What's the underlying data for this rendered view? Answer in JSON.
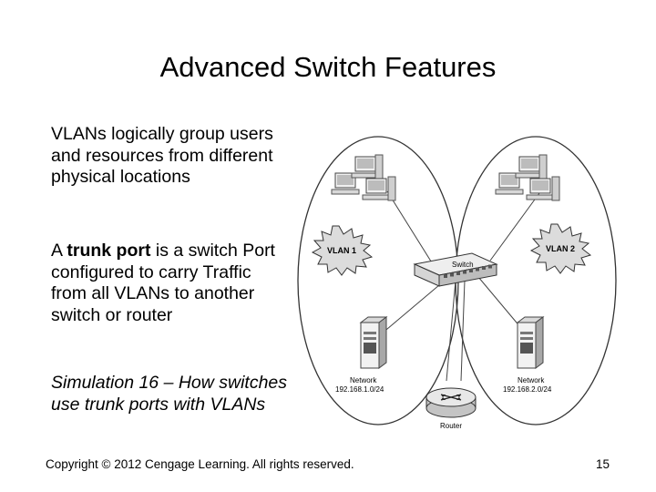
{
  "slide": {
    "title": "Advanced Switch Features",
    "bullets": {
      "b1": "VLANs logically group users and resources from different physical locations",
      "b2_pre": "A ",
      "b2_bold": "trunk port",
      "b2_post": " is a switch Port configured to carry Traffic from all VLANs to another switch or router",
      "b3": "Simulation 16 – How switches use trunk ports with VLANs"
    },
    "footer": "Copyright © 2012 Cengage Learning. All rights reserved.",
    "page_number": "15"
  },
  "diagram": {
    "vlan1_label": "VLAN 1",
    "vlan2_label": "VLAN 2",
    "switch_label": "Switch",
    "router_label": "Router",
    "network1_label": "Network",
    "network1_addr": "192.168.1.0/24",
    "network2_label": "Network",
    "network2_addr": "192.168.2.0/24"
  }
}
